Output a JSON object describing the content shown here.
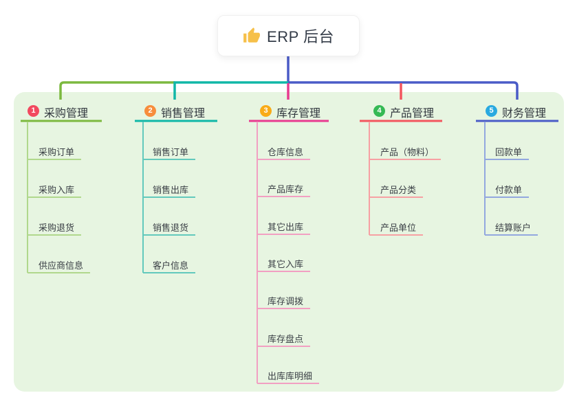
{
  "root": {
    "label": "ERP 后台",
    "icon": "thumbs-up-icon"
  },
  "branches": [
    {
      "number": "1",
      "label": "采购管理",
      "badge_color": "#f2495f",
      "line_color": "#7cb93f",
      "child_line_color": "#b0d88c",
      "children": [
        "采购订单",
        "采购入库",
        "采购退货",
        "供应商信息"
      ]
    },
    {
      "number": "2",
      "label": "销售管理",
      "badge_color": "#f78d3c",
      "line_color": "#10b7a7",
      "child_line_color": "#62c9bc",
      "children": [
        "销售订单",
        "销售出库",
        "销售退货",
        "客户信息"
      ]
    },
    {
      "number": "3",
      "label": "库存管理",
      "badge_color": "#f9ab17",
      "line_color": "#e83a90",
      "child_line_color": "#f29fc2",
      "children": [
        "仓库信息",
        "产品库存",
        "其它出库",
        "其它入库",
        "库存调拨",
        "库存盘点",
        "出库库明细"
      ]
    },
    {
      "number": "4",
      "label": "产品管理",
      "badge_color": "#35b954",
      "line_color": "#f3555e",
      "child_line_color": "#f7a0a3",
      "children": [
        "产品（物料）",
        "产品分类",
        "产品单位"
      ]
    },
    {
      "number": "5",
      "label": "财务管理",
      "badge_color": "#29a9e0",
      "line_color": "#4a5bc7",
      "child_line_color": "#92a7df",
      "children": [
        "回款单",
        "付款单",
        "结算账户"
      ]
    }
  ],
  "colors": {
    "stem": "#4a5bc7",
    "panel_bg": "#e7f5e1",
    "thumb_icon": "#f6c04a"
  }
}
